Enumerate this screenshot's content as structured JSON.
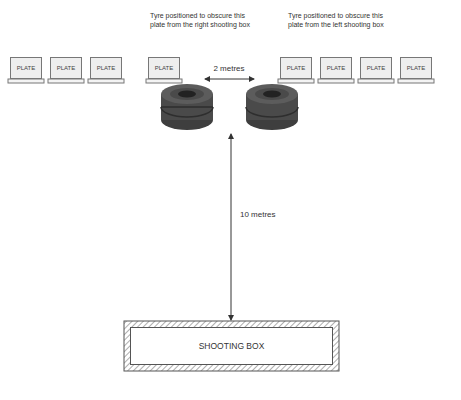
{
  "diagram": {
    "nodes": [
      {
        "text": [
          "PLATE"
        ]
      },
      {
        "text": [
          "PLATE"
        ]
      },
      {
        "text": [
          "PLATE"
        ]
      },
      {
        "text": [
          "PLATE"
        ]
      },
      {
        "text": [
          "PLATE"
        ]
      },
      {
        "text": [
          "PLATE"
        ]
      },
      {
        "text": [
          "PLATE"
        ]
      },
      {
        "text": [
          "PLATE"
        ]
      },
      {
        "text": [
          "SHOOTING BOX"
        ]
      }
    ],
    "labels": [
      "Tyre positioned to obscure this plate from the right shooting box",
      "Tyre positioned to obscure this plate from the left shooting box",
      "2 metres",
      "10 metres"
    ]
  }
}
